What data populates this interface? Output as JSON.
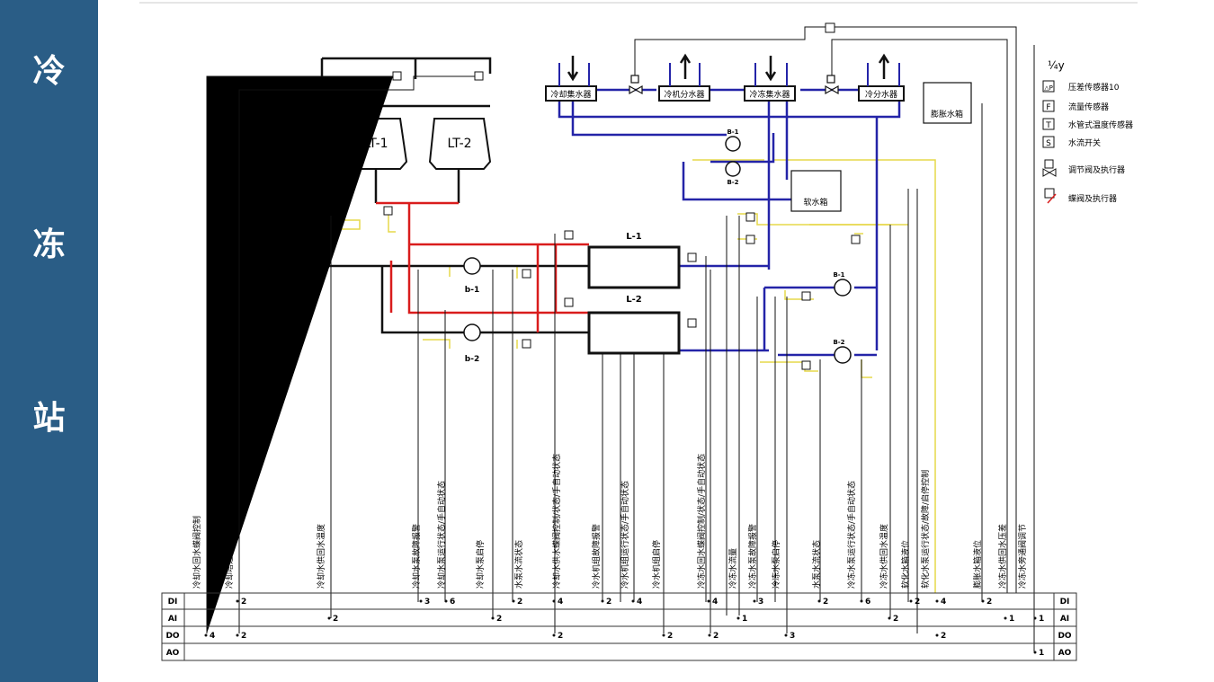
{
  "sidebar": {
    "chars": [
      "冷",
      "冻",
      "站"
    ]
  },
  "diagram": {
    "headers": {
      "cooling_return": "冷却集水器",
      "cooling_supply": "冷机分水器",
      "chilled_return": "冷冻集水器",
      "chilled_supply": "冷分水器"
    },
    "units": {
      "tower1": "LT-1",
      "tower2": "LT-2",
      "chiller1": "L-1",
      "chiller2": "L-2",
      "pump_b1": "b-1",
      "pump_b2": "b-2",
      "pump_B1": "B-1",
      "pump_B2": "B-2",
      "pump_B_upper": "B-1",
      "pump_B_lower": "B-2"
    },
    "tanks": {
      "expansion": "膨胀水箱",
      "soft": "软水箱"
    },
    "legend": {
      "title": "¼y",
      "items": [
        {
          "sym": "△P",
          "label": "压差传感器10"
        },
        {
          "sym": "F",
          "label": "流量传感器"
        },
        {
          "sym": "T",
          "label": "水管式温度传感器"
        },
        {
          "sym": "S",
          "label": "水流开关"
        },
        {
          "sym": "⋈",
          "label": "调节阀及执行器"
        },
        {
          "sym": "M",
          "label": "蝶阀及执行器"
        }
      ]
    },
    "signals": [
      "冷却水回水蝶阀控制",
      "冷却塔运行状态/启停控制",
      "冷却水供回水温度",
      "冷却水泵故障报警",
      "冷却水泵运行状态/手自动状态",
      "冷却水泵启停",
      "水泵水流状态",
      "冷却水供水蝶阀控制/状态/手自动状态",
      "冷水机组故障报警",
      "冷水机组运行状态/手自动状态",
      "冷水机组启停",
      "冷冻水回水蝶阀控制/状态/手自动状态",
      "冷冻水流量",
      "冷冻水泵故障报警",
      "冷冻水泵启停",
      "水泵水流状态",
      "冷冻水泵运行状态/手自动状态",
      "冷冻水供回水温度",
      "软化水箱液位",
      "软化水泵运行状态/故障/启停控制",
      "膨胀水箱液位",
      "冷冻水供回水压差",
      "冷冻水旁通阀调节"
    ],
    "io_rows": [
      "DI",
      "AI",
      "DO",
      "AO"
    ],
    "io_counts": {
      "DI": [
        "2",
        "3",
        "6",
        "2",
        "4",
        "2",
        "4",
        "4",
        "3",
        "2",
        "6",
        "2",
        "4",
        "2"
      ],
      "AI": [
        "2",
        "2",
        "1",
        "2",
        "1",
        "1"
      ],
      "DO": [
        "4",
        "2",
        "2",
        "2",
        "2",
        "3",
        "2"
      ],
      "AO": [
        "1"
      ]
    }
  }
}
